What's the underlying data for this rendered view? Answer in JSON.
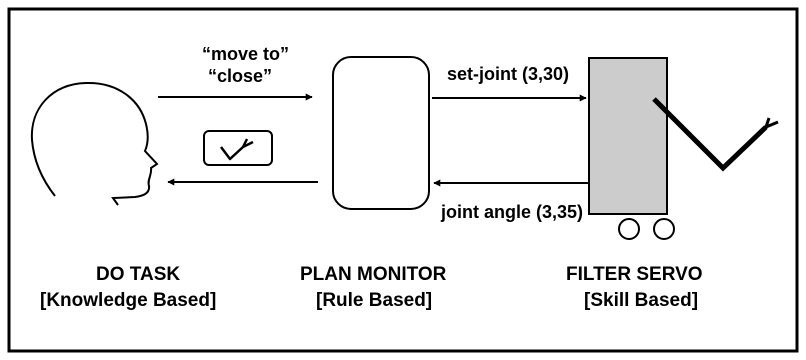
{
  "diagram": {
    "arrow_in_top": [
      "“move to”",
      "“close”"
    ],
    "set_joint": "set-joint (3,30)",
    "joint_angle": "joint angle (3,35)",
    "columns": [
      {
        "title": "DO TASK",
        "subtitle": "[Knowledge Based]"
      },
      {
        "title": "PLAN MONITOR",
        "subtitle": "[Rule Based]"
      },
      {
        "title": "FILTER SERVO",
        "subtitle": "[Skill Based]"
      }
    ],
    "colors": {
      "stroke": "#000000",
      "robot_body_fill": "#cccccc",
      "background": "#ffffff"
    },
    "icons": [
      "human-head-icon",
      "gripper-icon",
      "robot-arm-icon",
      "wheel-icon"
    ]
  }
}
